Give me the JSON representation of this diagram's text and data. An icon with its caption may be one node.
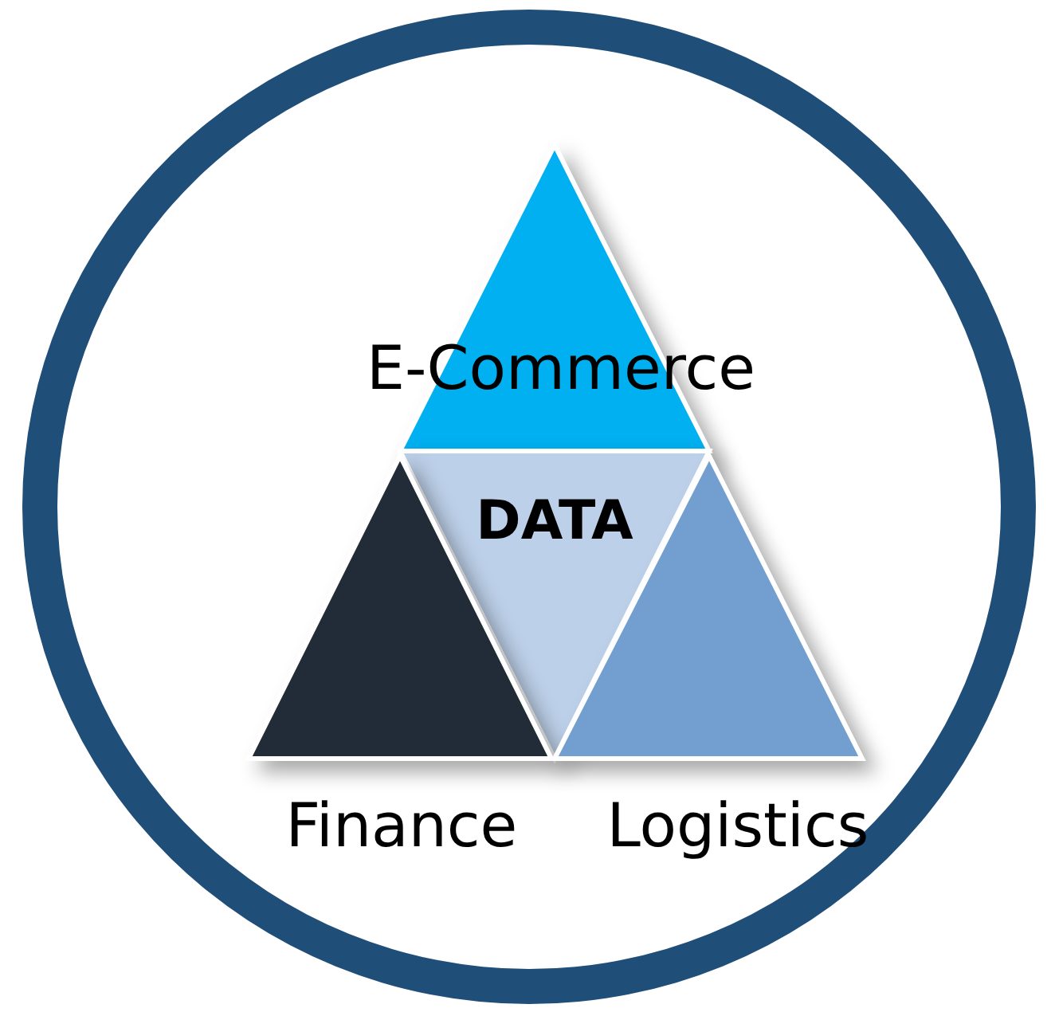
{
  "diagram": {
    "nodes": [
      {
        "text": [],
        "shape": "circle"
      },
      {
        "text": [
          "E-Commerce"
        ],
        "in": 0
      },
      {
        "text": [
          "DATA"
        ],
        "in": 0
      },
      {
        "text": [
          "Finance"
        ],
        "in": 0
      },
      {
        "text": [
          "Logistics"
        ],
        "in": 0
      }
    ]
  }
}
